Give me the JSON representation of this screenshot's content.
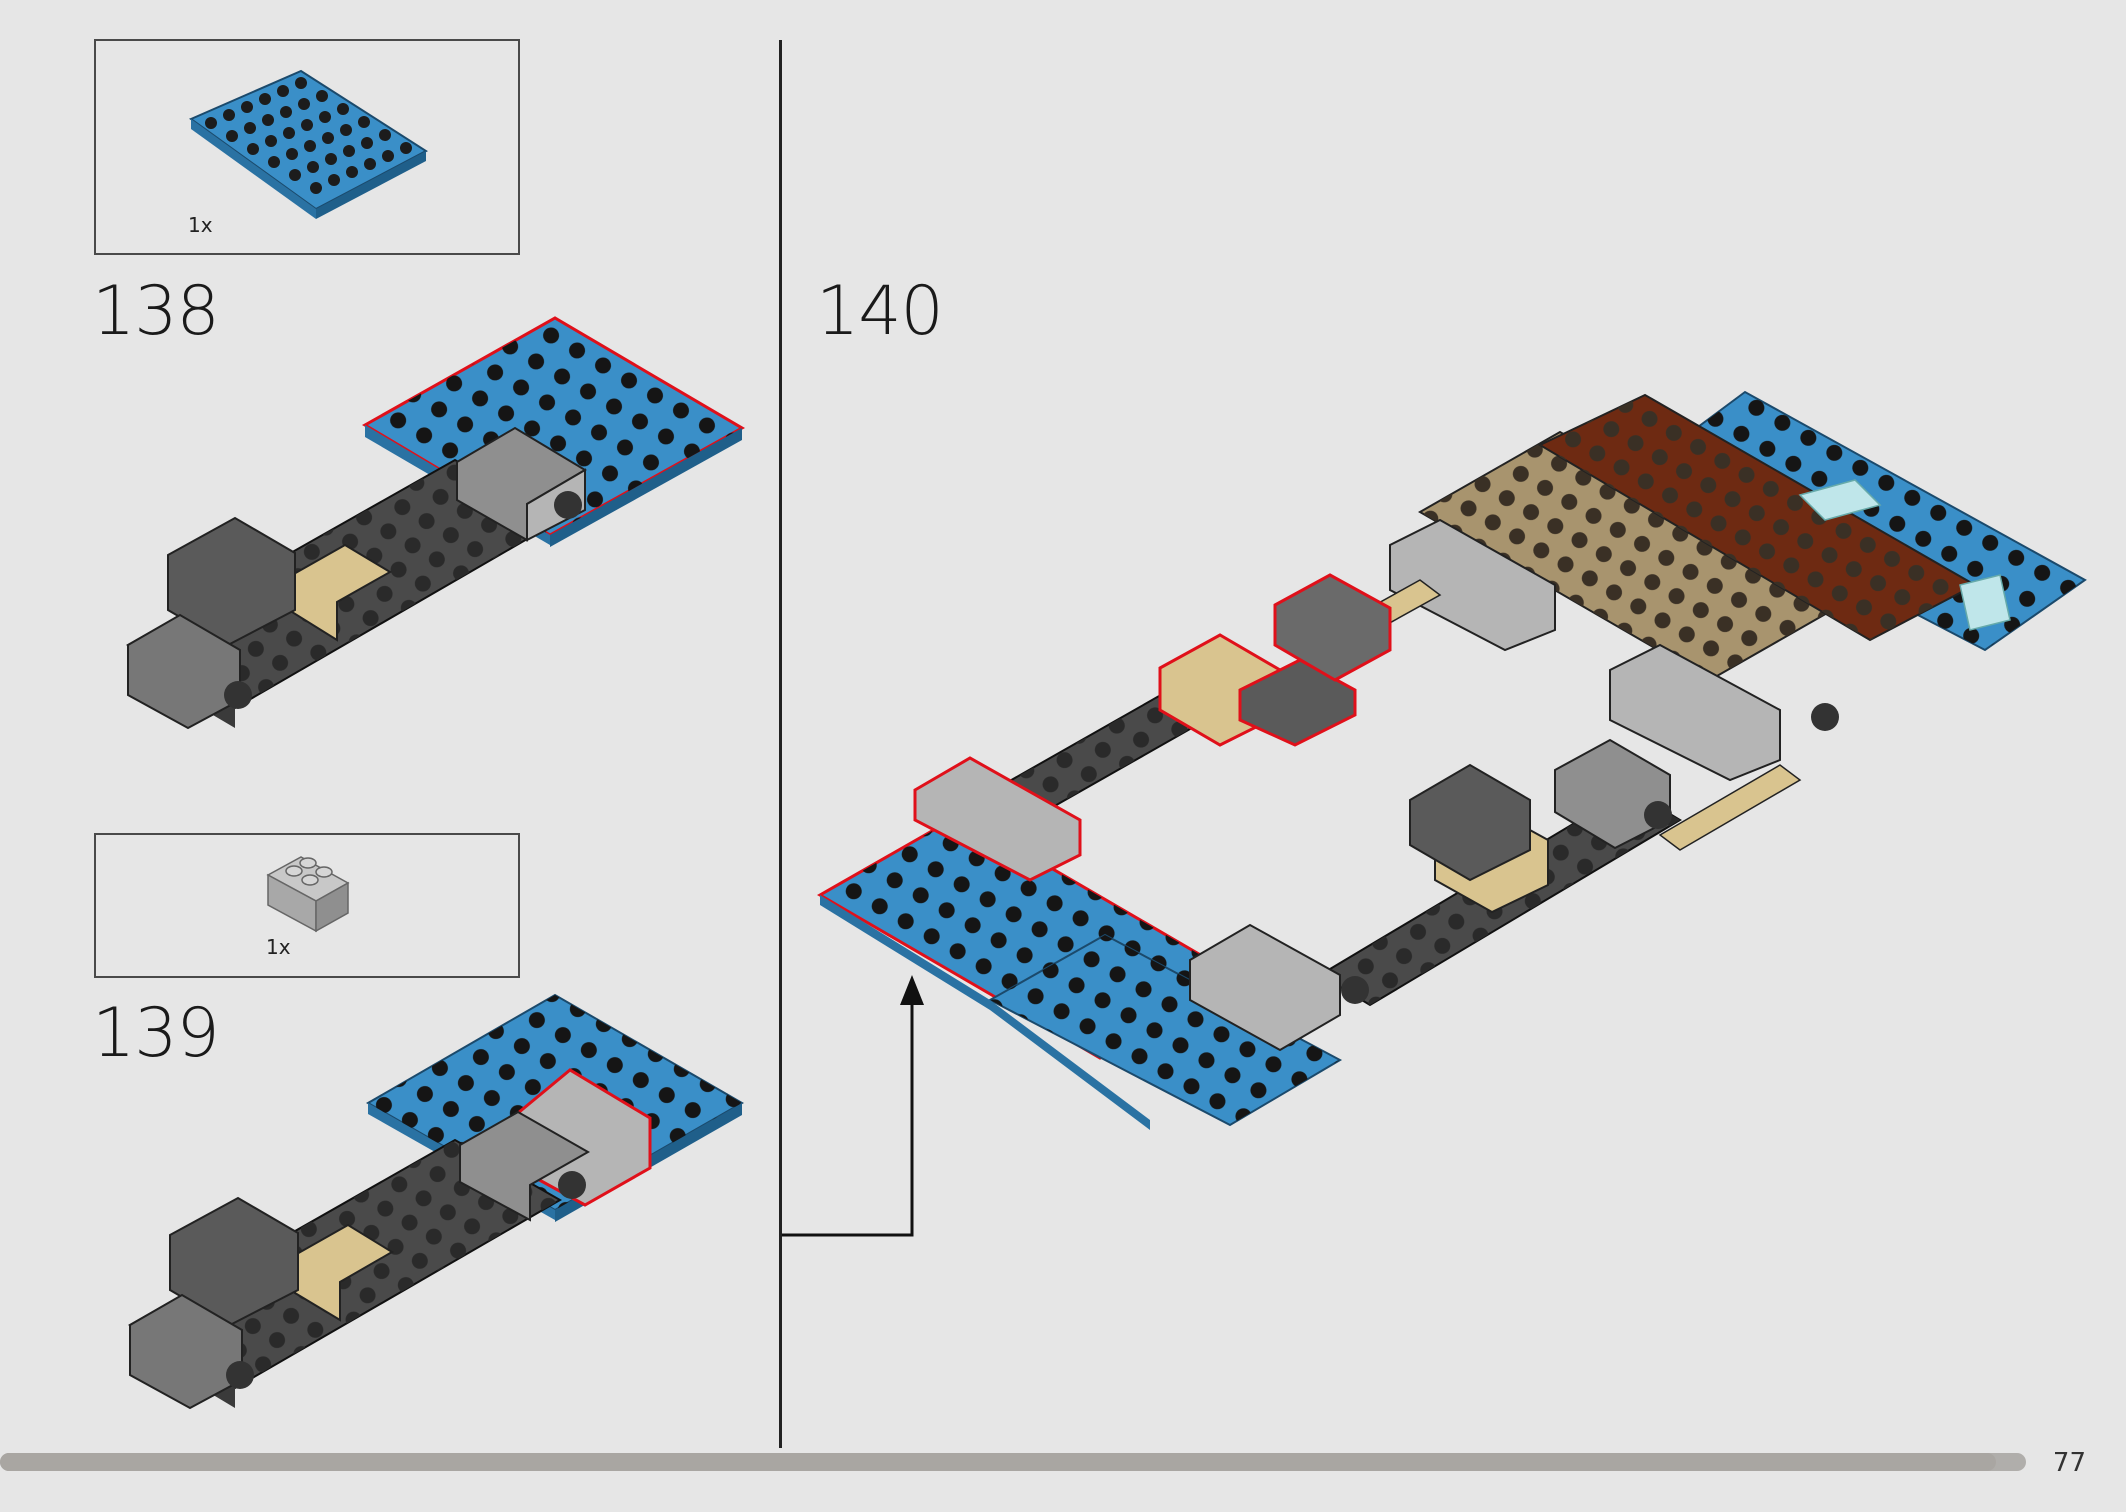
{
  "steps": [
    {
      "number": "138",
      "parts": [
        {
          "quantity": "1x",
          "part": "blue-plate-6x6"
        }
      ]
    },
    {
      "number": "139",
      "parts": [
        {
          "quantity": "1x",
          "part": "light-gray-brick-2x2"
        }
      ]
    },
    {
      "number": "140",
      "parts": []
    }
  ],
  "page": {
    "number": "77",
    "progress": 0.985
  },
  "colors": {
    "background": "#e6e6e6",
    "blue": "#3a8fc8",
    "dark_gray": "#4a4a4a",
    "light_gray": "#a8a8a8",
    "tan": "#d9c48f",
    "dark_tan": "#a8946e",
    "reddish_brown": "#6e2a12",
    "highlight": "#e0101a"
  }
}
